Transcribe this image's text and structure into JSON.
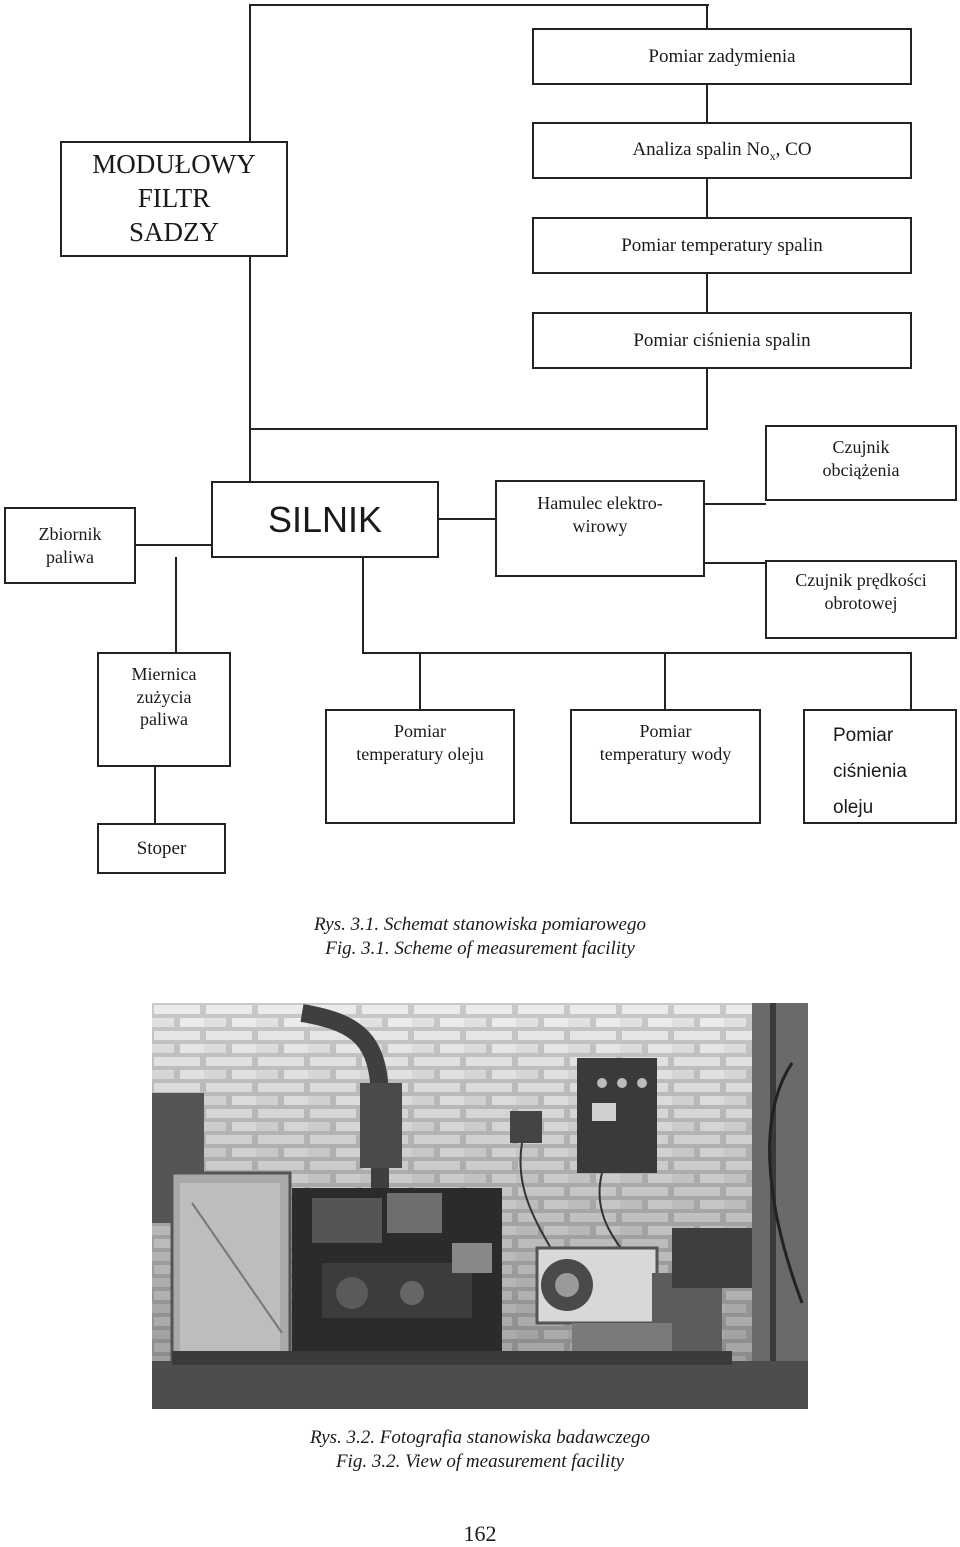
{
  "diagram": {
    "boxes": {
      "filter": [
        "MODUŁOWY",
        "FILTR",
        "SADZY"
      ],
      "smoke": "Pomiar zadymienia",
      "exhaust_analysis_prefix": "Analiza spalin No",
      "exhaust_analysis_sub": "x",
      "exhaust_analysis_suffix": ", CO",
      "exhaust_temp": "Pomiar temperatury spalin",
      "exhaust_pressure": "Pomiar ciśnienia spalin",
      "fuel_tank": [
        "Zbiornik",
        "paliwa"
      ],
      "engine": "SILNIK",
      "brake": [
        "Hamulec elektro-",
        "wirowy"
      ],
      "load_sensor": [
        "Czujnik",
        "obciążenia"
      ],
      "speed_sensor": [
        "Czujnik prędkości",
        "obrotowej"
      ],
      "fuel_meter": [
        "Miernica",
        "zużycia",
        "paliwa"
      ],
      "oil_temp": [
        "Pomiar",
        "temperatury oleju"
      ],
      "water_temp": [
        "Pomiar",
        "temperatury wody"
      ],
      "oil_pressure": [
        "Pomiar",
        "ciśnienia",
        "oleju"
      ],
      "stopwatch": "Stoper"
    }
  },
  "captions": {
    "fig1_pl": "Rys. 3.1. Schemat stanowiska pomiarowego",
    "fig1_en": "Fig. 3.1. Scheme of measurement facility",
    "fig2_pl": "Rys. 3.2. Fotografia stanowiska badawczego",
    "fig2_en": "Fig. 3.2. View of measurement facility"
  },
  "page_number": "162"
}
